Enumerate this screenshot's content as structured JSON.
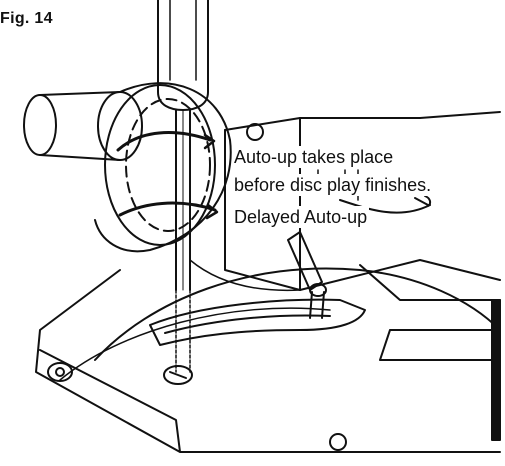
{
  "figure": {
    "label": "Fig. 14",
    "annotations": {
      "line1": "Auto-up takes place",
      "line2": "before disc play finishes.",
      "line3": "Delayed Auto-up"
    }
  },
  "colors": {
    "ink": "#111111",
    "paper": "#ffffff"
  },
  "icons": [
    "screwdriver-icon",
    "rotate-arrow-icon"
  ]
}
